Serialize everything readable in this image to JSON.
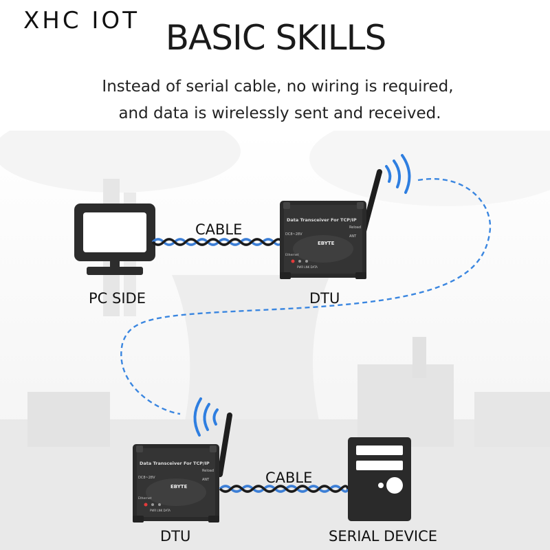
{
  "brand": "XHC IOT",
  "title": "BASIC SKILLS",
  "subtitle_line1": "Instead of serial cable, no wiring is required,",
  "subtitle_line2": "and data is wirelessly sent and received.",
  "labels": {
    "pc_side": "PC SIDE",
    "dtu_top": "DTU",
    "dtu_bottom": "DTU",
    "serial_device": "SERIAL DEVICE",
    "cable_top": "CABLE",
    "cable_bottom": "CABLE"
  },
  "device": {
    "header": "Data Transceiver For TCP/IP",
    "reload": "Reload",
    "ant": "ANT",
    "power": "DC8~28V",
    "brand": "EBYTE",
    "ethernet": "Ethernet",
    "leds": "PWR LNK DATA"
  },
  "colors": {
    "wireless_link": "#3a86e0",
    "device_body": "#2a2a2a",
    "cable_blue": "#3d7fd6",
    "cable_dark": "#1b1b1b"
  }
}
